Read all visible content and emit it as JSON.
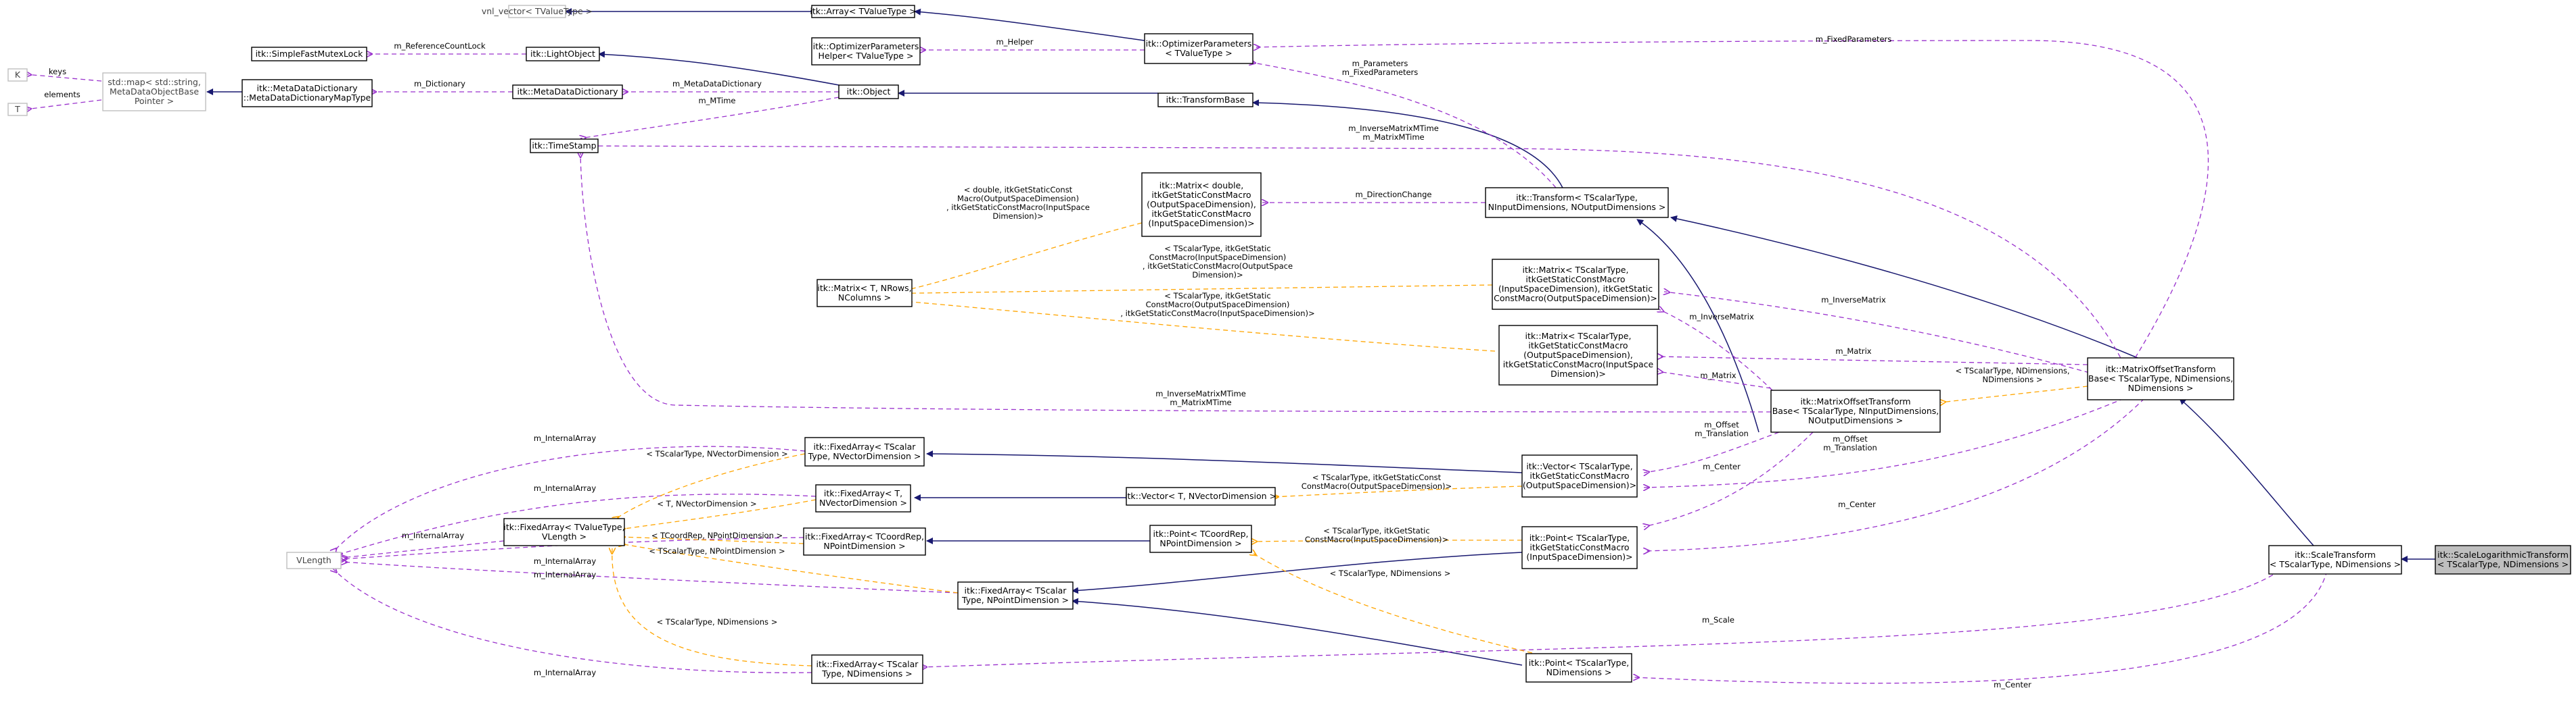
{
  "diagram": {
    "title": "",
    "nodes": [
      {
        "id": "K",
        "lines": [
          "K"
        ],
        "style": "grey"
      },
      {
        "id": "T",
        "lines": [
          "T"
        ],
        "style": "grey"
      },
      {
        "id": "stdmap",
        "lines": [
          "std::map< std::string,",
          "MetaDataObjectBase",
          "Pointer >"
        ],
        "style": "grey"
      },
      {
        "id": "vnlvec",
        "lines": [
          "vnl_vector< TValueType >"
        ],
        "style": "grey"
      },
      {
        "id": "vlength",
        "lines": [
          "VLength"
        ],
        "style": "grey"
      },
      {
        "id": "simplefast",
        "lines": [
          "itk::SimpleFastMutexLock"
        ],
        "style": "normal"
      },
      {
        "id": "lightobj",
        "lines": [
          "itk::LightObject"
        ],
        "style": "normal"
      },
      {
        "id": "metadict",
        "lines": [
          "itk::MetaDataDictionary",
          "::MetaDataDictionaryMapType"
        ],
        "style": "normal"
      },
      {
        "id": "metadict2",
        "lines": [
          "itk::MetaDataDictionary"
        ],
        "style": "normal"
      },
      {
        "id": "object",
        "lines": [
          "itk::Object"
        ],
        "style": "normal"
      },
      {
        "id": "arrayT",
        "lines": [
          "itk::Array< TValueType >"
        ],
        "style": "normal"
      },
      {
        "id": "optparamhelper",
        "lines": [
          "itk::OptimizerParameters",
          "Helper< TValueType >"
        ],
        "style": "normal"
      },
      {
        "id": "optparam",
        "lines": [
          "itk::OptimizerParameters",
          "< TValueType >"
        ],
        "style": "normal"
      },
      {
        "id": "transformbase",
        "lines": [
          "itk::TransformBase"
        ],
        "style": "normal"
      },
      {
        "id": "timestamp",
        "lines": [
          "itk::TimeStamp"
        ],
        "style": "normal"
      },
      {
        "id": "matrixdouble",
        "lines": [
          "itk::Matrix< double,",
          "itkGetStaticConstMacro",
          "(OutputSpaceDimension),",
          "itkGetStaticConstMacro",
          "(InputSpaceDimension)>"
        ],
        "style": "normal"
      },
      {
        "id": "transform",
        "lines": [
          "itk::Transform< TScalarType,",
          "NInputDimensions, NOutputDimensions >"
        ],
        "style": "normal"
      },
      {
        "id": "matrixTNR",
        "lines": [
          "itk::Matrix< T, NRows,",
          "NColumns >"
        ],
        "style": "normal"
      },
      {
        "id": "matrixIO",
        "lines": [
          "itk::Matrix< TScalarType,",
          "itkGetStaticConstMacro",
          "(InputSpaceDimension), itkGetStatic",
          "ConstMacro(OutputSpaceDimension)>"
        ],
        "style": "normal"
      },
      {
        "id": "matrixOI",
        "lines": [
          "itk::Matrix< TScalarType,",
          "itkGetStaticConstMacro",
          "(OutputSpaceDimension),",
          "itkGetStaticConstMacro(InputSpace",
          "Dimension)>"
        ],
        "style": "normal"
      },
      {
        "id": "motbaseN",
        "lines": [
          "itk::MatrixOffsetTransform",
          "Base< TScalarType, NInputDimensions,",
          "NOutputDimensions >"
        ],
        "style": "normal"
      },
      {
        "id": "motbase",
        "lines": [
          "itk::MatrixOffsetTransform",
          "Base< TScalarType, NDimensions,",
          "NDimensions >"
        ],
        "style": "normal"
      },
      {
        "id": "fixedVec",
        "lines": [
          "itk::FixedArray< TScalar",
          "Type, NVectorDimension >"
        ],
        "style": "normal"
      },
      {
        "id": "fixedTN",
        "lines": [
          "itk::FixedArray< T,",
          "NVectorDimension >"
        ],
        "style": "normal"
      },
      {
        "id": "fixedV",
        "lines": [
          "itk::FixedArray< TValueType,",
          "VLength >"
        ],
        "style": "normal"
      },
      {
        "id": "fixedCoord",
        "lines": [
          "itk::FixedArray< TCoordRep,",
          "NPointDimension >"
        ],
        "style": "normal"
      },
      {
        "id": "vectorTN",
        "lines": [
          "itk::Vector< T, NVectorDimension >"
        ],
        "style": "normal"
      },
      {
        "id": "vectorS",
        "lines": [
          "itk::Vector< TScalarType,",
          "itkGetStaticConstMacro",
          "(OutputSpaceDimension)>"
        ],
        "style": "normal"
      },
      {
        "id": "pointCoord",
        "lines": [
          "itk::Point< TCoordRep,",
          "NPointDimension >"
        ],
        "style": "normal"
      },
      {
        "id": "pointS",
        "lines": [
          "itk::Point< TScalarType,",
          "itkGetStaticConstMacro",
          "(InputSpaceDimension)>"
        ],
        "style": "normal"
      },
      {
        "id": "fixedPoint",
        "lines": [
          "itk::FixedArray< TScalar",
          "Type, NPointDimension >"
        ],
        "style": "normal"
      },
      {
        "id": "fixedND",
        "lines": [
          "itk::FixedArray< TScalar",
          "Type, NDimensions >"
        ],
        "style": "normal"
      },
      {
        "id": "pointND",
        "lines": [
          "itk::Point< TScalarType,",
          "NDimensions >"
        ],
        "style": "normal"
      },
      {
        "id": "scale",
        "lines": [
          "itk::ScaleTransform",
          "< TScalarType, NDimensions >"
        ],
        "style": "normal"
      },
      {
        "id": "scalelog",
        "lines": [
          "itk::ScaleLogarithmicTransform",
          "< TScalarType, NDimensions >"
        ],
        "style": "highlight"
      }
    ],
    "labels": [
      {
        "id": "l_keys",
        "lines": [
          "keys"
        ]
      },
      {
        "id": "l_elements",
        "lines": [
          "elements"
        ]
      },
      {
        "id": "l_refcount",
        "lines": [
          "m_ReferenceCountLock"
        ]
      },
      {
        "id": "l_dictionary",
        "lines": [
          "m_Dictionary"
        ]
      },
      {
        "id": "l_metadict",
        "lines": [
          "m_MetaDataDictionary"
        ]
      },
      {
        "id": "l_mtime",
        "lines": [
          "m_MTime"
        ]
      },
      {
        "id": "l_helper",
        "lines": [
          "m_Helper"
        ]
      },
      {
        "id": "l_fixedparams",
        "lines": [
          "m_FixedParameters"
        ]
      },
      {
        "id": "l_params",
        "lines": [
          "m_Parameters",
          "m_FixedParameters"
        ]
      },
      {
        "id": "l_invmtime_top",
        "lines": [
          "m_InverseMatrixMTime",
          "m_MatrixMTime"
        ]
      },
      {
        "id": "l_dbl",
        "lines": [
          "< double, itkGetStaticConst",
          "Macro(OutputSpaceDimension)",
          ", itkGetStaticConstMacro(InputSpace",
          "Dimension)>"
        ]
      },
      {
        "id": "l_direction",
        "lines": [
          "m_DirectionChange"
        ]
      },
      {
        "id": "l_tsio",
        "lines": [
          "< TScalarType, itkGetStatic",
          "ConstMacro(InputSpaceDimension)",
          ", itkGetStaticConstMacro(OutputSpace",
          "Dimension)>"
        ]
      },
      {
        "id": "l_tsoi",
        "lines": [
          "< TScalarType, itkGetStatic",
          "ConstMacro(OutputSpaceDimension)",
          ", itkGetStaticConstMacro(InputSpaceDimension)>"
        ]
      },
      {
        "id": "l_invmatrix_r",
        "lines": [
          "m_InverseMatrix"
        ]
      },
      {
        "id": "l_invmatrix_l",
        "lines": [
          "m_InverseMatrix"
        ]
      },
      {
        "id": "l_matrix_r",
        "lines": [
          "m_Matrix"
        ]
      },
      {
        "id": "l_matrix_l",
        "lines": [
          "m_Matrix"
        ]
      },
      {
        "id": "l_tsnd",
        "lines": [
          "< TScalarType, NDimensions,",
          "NDimensions >"
        ]
      },
      {
        "id": "l_invmtime_mid",
        "lines": [
          "m_InverseMatrixMTime",
          "m_MatrixMTime"
        ]
      },
      {
        "id": "l_offset_l",
        "lines": [
          "m_Offset",
          "m_Translation"
        ]
      },
      {
        "id": "l_offset_r",
        "lines": [
          "m_Offset",
          "m_Translation"
        ]
      },
      {
        "id": "l_center_l",
        "lines": [
          "m_Center"
        ]
      },
      {
        "id": "l_center_r",
        "lines": [
          "m_Center"
        ]
      },
      {
        "id": "l_intarr1",
        "lines": [
          "m_InternalArray"
        ]
      },
      {
        "id": "l_tsnv",
        "lines": [
          "< TScalarType, NVectorDimension >"
        ]
      },
      {
        "id": "l_intarr2",
        "lines": [
          "m_InternalArray"
        ]
      },
      {
        "id": "l_tnv",
        "lines": [
          "< T, NVectorDimension >"
        ]
      },
      {
        "id": "l_intarr3",
        "lines": [
          "m_InternalArray"
        ]
      },
      {
        "id": "l_tcoord",
        "lines": [
          "< TCoordRep, NPointDimension >"
        ]
      },
      {
        "id": "l_tsnp",
        "lines": [
          "< TScalarType, NPointDimension >"
        ]
      },
      {
        "id": "l_intarr4",
        "lines": [
          "m_InternalArray"
        ]
      },
      {
        "id": "l_intarr5",
        "lines": [
          "m_InternalArray"
        ]
      },
      {
        "id": "l_tsvec",
        "lines": [
          "< TScalarType, itkGetStaticConst",
          "ConstMacro(OutputSpaceDimension)>"
        ]
      },
      {
        "id": "l_tspt",
        "lines": [
          "< TScalarType, itkGetStatic",
          "ConstMacro(InputSpaceDimension)>"
        ]
      },
      {
        "id": "l_tsndim_pt",
        "lines": [
          "< TScalarType, NDimensions >"
        ]
      },
      {
        "id": "l_tsndim_fa",
        "lines": [
          "< TScalarType, NDimensions >"
        ]
      },
      {
        "id": "l_intarr6",
        "lines": [
          "m_InternalArray"
        ]
      },
      {
        "id": "l_scale",
        "lines": [
          "m_Scale"
        ]
      },
      {
        "id": "l_center_b",
        "lines": [
          "m_Center"
        ]
      }
    ]
  }
}
